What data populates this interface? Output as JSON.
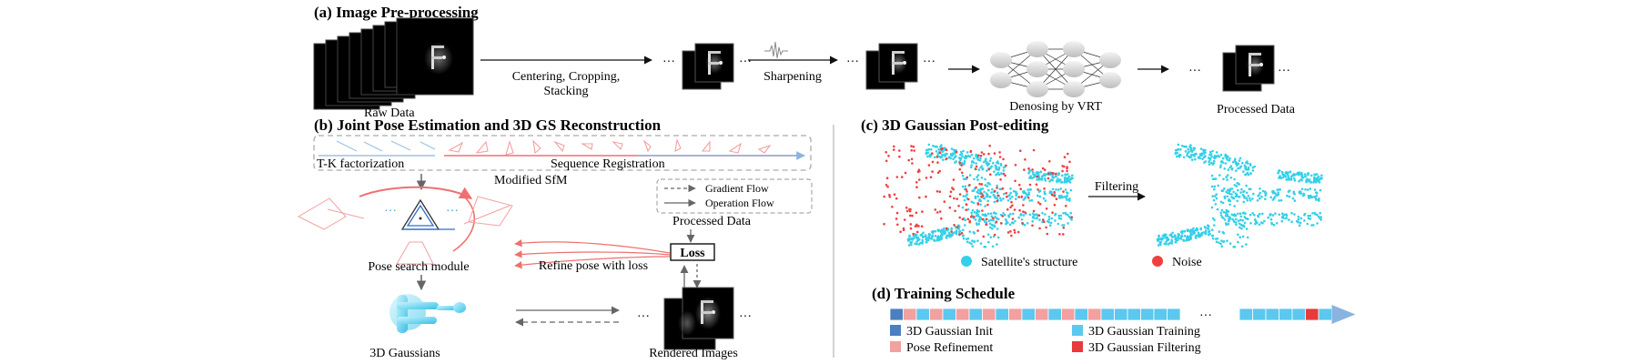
{
  "panel_a": {
    "title": "(a) Image Pre-processing",
    "raw_label": "Raw Data",
    "step1_line1": "Centering, Cropping,",
    "step1_line2": "Stacking",
    "step2": "Sharpening",
    "step3": "Denosing by VRT",
    "processed": "Processed Data",
    "ellipsis": "···"
  },
  "panel_b": {
    "title": "(b) Joint Pose Estimation and 3D GS Reconstruction",
    "tk": "T-K factorization",
    "seq": "Sequence Registration",
    "sfm": "Modified SfM",
    "legend_grad": "Gradient Flow",
    "legend_op": "Operation Flow",
    "processed": "Processed Data",
    "loss": "Loss",
    "pose_module": "Pose search module",
    "refine": "Refine pose with loss",
    "gaussians": "3D Gaussians",
    "rendered": "Rendered Images",
    "dots": "···"
  },
  "panel_c": {
    "title": "(c) 3D Gaussian Post-editing",
    "filtering": "Filtering",
    "legend_struct": "Satellite's structure",
    "legend_noise": "Noise"
  },
  "panel_d": {
    "title": "(d) Training Schedule",
    "legend": [
      {
        "label": "3D Gaussian Init",
        "color": "#4a7fc1"
      },
      {
        "label": "3D Gaussian Training",
        "color": "#5bc8ef"
      },
      {
        "label": "Pose Refinement",
        "color": "#f2a0a0"
      },
      {
        "label": "3D Gaussian Filtering",
        "color": "#e83a3a"
      }
    ],
    "bar_first": [
      "init",
      "pose",
      "train",
      "pose",
      "train",
      "pose",
      "train",
      "pose",
      "train",
      "pose",
      "train",
      "pose",
      "train",
      "pose",
      "train",
      "pose",
      "train",
      "train",
      "train",
      "train",
      "train",
      "train"
    ],
    "bar_second": [
      "train",
      "train",
      "train",
      "train",
      "train",
      "filter",
      "train"
    ],
    "ellipsis": "···"
  },
  "colors": {
    "cyan": "#35d0e8",
    "red": "#ef4040",
    "pink": "#f08080",
    "arrow_blue": "#8ab4e0",
    "gray": "#666666"
  }
}
